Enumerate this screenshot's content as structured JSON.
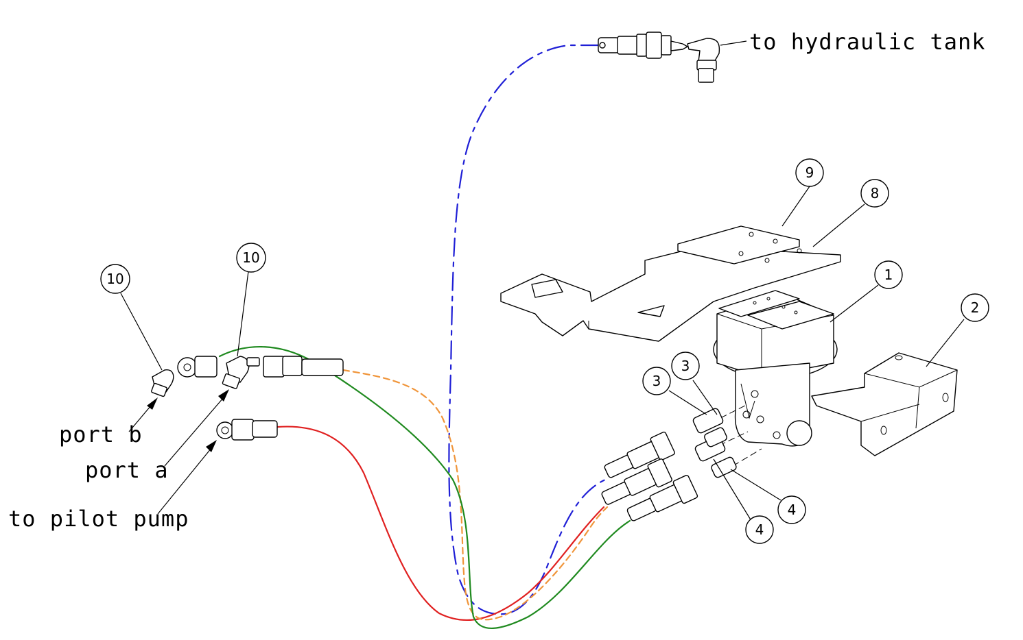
{
  "title": "",
  "labels": {
    "hydraulic_tank": "to hydraulic tank",
    "port_b": "port b",
    "port_a": "port a",
    "pilot_pump": "to pilot pump"
  },
  "balloons": {
    "b9": "9",
    "b8": "8",
    "b1": "1",
    "b2": "2",
    "b3_left": "3",
    "b3_right": "3",
    "b4_upper": "4",
    "b4_lower": "4",
    "b10_left": "10",
    "b10_right": "10"
  },
  "colors": {
    "tank_line": "#1f1fd6",
    "pilot_line": "#e02020",
    "port_a_line": "#1f8a1f",
    "port_b_line": "#f0953a",
    "ink": "#000000"
  }
}
